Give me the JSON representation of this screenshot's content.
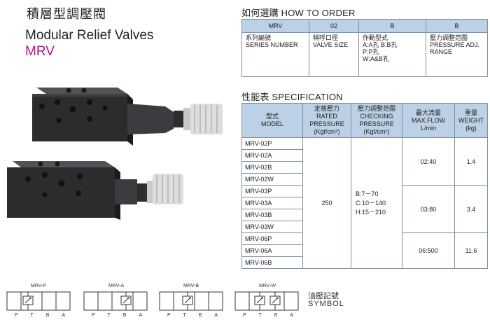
{
  "title": {
    "cn": "積層型調壓閥",
    "en": "Modular Relief Valves",
    "code": "MRV"
  },
  "how_to_order": {
    "heading_cn": "如何選購",
    "heading_en": "HOW TO ORDER",
    "header": [
      "MRV",
      "02",
      "B",
      "B"
    ],
    "cells": [
      [
        "系列編號",
        "SERIES NUMBER"
      ],
      [
        "稱呼口徑",
        "VALVE SIZE"
      ],
      [
        "作動型式",
        "A:A孔  B:B孔",
        "P:P孔",
        "W:A&B孔"
      ],
      [
        "壓力調整范圍",
        "PRESSURE   ADJ.",
        "RANGE"
      ]
    ]
  },
  "specification": {
    "heading_cn": "性能表",
    "heading_en": "SPECIFICATION",
    "columns": [
      [
        "型式",
        "MODEL"
      ],
      [
        "定格壓力",
        "RATED",
        "PRESSURE",
        "(Kgf/cm²)"
      ],
      [
        "壓力調整范圍",
        "CHECKING",
        "PRESSURE",
        "(Kgf/cm²)"
      ],
      [
        "最大流量",
        "MAX.FLOW",
        "L/min"
      ],
      [
        "重量",
        "WEIGHT",
        "(kg)"
      ]
    ],
    "models": [
      "MRV-02P",
      "MRV-02A",
      "MRV-02B",
      "MRV-02W",
      "MRV-03P",
      "MRV-03A",
      "MRV-03B",
      "MRV-03W",
      "MRV-06P",
      "MRV-06A",
      "MRV-06B"
    ],
    "rated_pressure": "250",
    "checking_pressure": [
      "B:7－70",
      "C:10－140",
      "H:15－210"
    ],
    "groups": [
      {
        "max_flow": "02:40",
        "weight": "1.4"
      },
      {
        "max_flow": "03:80",
        "weight": "3.4"
      },
      {
        "max_flow": "06:500",
        "weight": "11.6"
      }
    ]
  },
  "symbols": {
    "title_cn": "油壓記號",
    "title_en": "SYMBOL",
    "items": [
      {
        "name": "MRV-P",
        "ports": [
          "P",
          "T",
          "B",
          "A"
        ]
      },
      {
        "name": "MRV-A",
        "ports": [
          "P",
          "T",
          "B",
          "A"
        ]
      },
      {
        "name": "MRV-B",
        "ports": [
          "P",
          "T",
          "B",
          "A"
        ]
      },
      {
        "name": "MRV-W",
        "ports": [
          "P",
          "T",
          "B",
          "A"
        ]
      }
    ]
  },
  "colors": {
    "header_bg": "#bcd0e6",
    "border": "#7f8fa3",
    "accent": "#b5137d",
    "valve_body": "#2a2c2e"
  }
}
